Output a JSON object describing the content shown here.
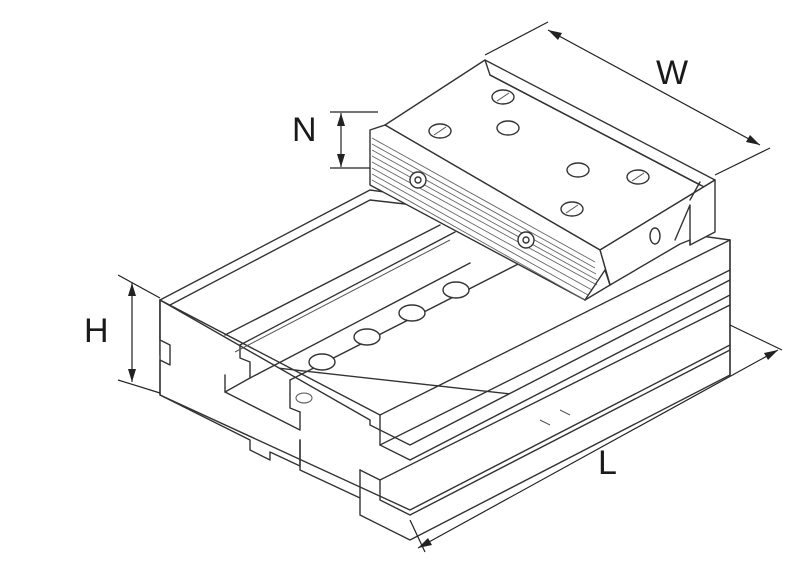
{
  "drawing": {
    "type": "isometric line drawing of a machine vise with dimension callouts",
    "dimensions": {
      "width_label": "W",
      "height_label": "H",
      "length_label": "L",
      "jaw_label": "N"
    }
  }
}
